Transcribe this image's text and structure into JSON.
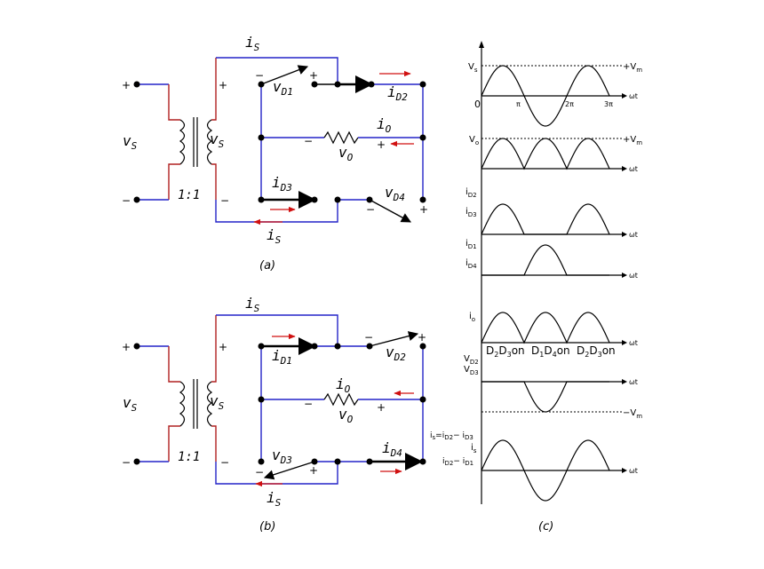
{
  "circuit_a": {
    "caption": "(a)",
    "plus_left": "+",
    "minus_left": "−",
    "vs_primary": "v",
    "vs_primary_sub": "S",
    "vs_secondary": "v",
    "vs_secondary_sub": "S",
    "ratio": "1:1",
    "plus_sec": "+",
    "minus_sec": "−",
    "is_top": "i",
    "is_top_sub": "S",
    "is_bot": "i",
    "is_bot_sub": "S",
    "vd1": "v",
    "vd1_sub": "D1",
    "vd1_minus": "−",
    "vd1_plus": "+",
    "id2": "i",
    "id2_sub": "D2",
    "io": "i",
    "io_sub": "O",
    "vo": "v",
    "vo_sub": "O",
    "vo_minus": "−",
    "vo_plus": "+",
    "id3": "i",
    "id3_sub": "D3",
    "vd4": "v",
    "vd4_sub": "D4",
    "vd4_minus": "−",
    "vd4_plus": "+"
  },
  "circuit_b": {
    "caption": "(b)",
    "plus_left": "+",
    "minus_left": "−",
    "vs_primary": "v",
    "vs_primary_sub": "S",
    "vs_secondary": "v",
    "vs_secondary_sub": "S",
    "ratio": "1:1",
    "plus_sec": "+",
    "minus_sec": "−",
    "is_top": "i",
    "is_top_sub": "S",
    "is_bot": "i",
    "is_bot_sub": "S",
    "id1": "i",
    "id1_sub": "D1",
    "vd2": "v",
    "vd2_sub": "D2",
    "vd2_minus": "−",
    "vd2_plus": "+",
    "io": "i",
    "io_sub": "O",
    "vo": "v",
    "vo_sub": "O",
    "vo_minus": "−",
    "vo_plus": "+",
    "vd3": "v",
    "vd3_sub": "D3",
    "vd3_minus": "−",
    "vd3_plus": "+",
    "id4": "i",
    "id4_sub": "D4"
  },
  "waveforms": {
    "caption": "(c)",
    "wt": "ωt",
    "vs_label": "V",
    "vs_sub": "s",
    "vm_plus": "+V",
    "vm_plus_sub": "m",
    "zero": "0",
    "pi": "π",
    "two_pi": "2π",
    "three_pi": "3π",
    "vo_label": "V",
    "vo_sub": "o",
    "id2_label": "i",
    "id2_sub": "D2",
    "id3_label": "i",
    "id3_sub": "D3",
    "id1_label": "i",
    "id1_sub": "D1",
    "id4_label": "i",
    "id4_sub": "D4",
    "io_label": "i",
    "io_sub": "o",
    "cond1a": "D",
    "cond1a_sub": "2",
    "cond1b": "D",
    "cond1b_sub": "3",
    "cond1_on": "on",
    "cond2a": "D",
    "cond2a_sub": "1",
    "cond2b": "D",
    "cond2b_sub": "4",
    "cond2_on": "on",
    "cond3a": "D",
    "cond3a_sub": "2",
    "cond3b": "D",
    "cond3b_sub": "3",
    "cond3_on": "on",
    "vd2_label": "V",
    "vd2_sub": "D2",
    "vd3_label": "V",
    "vd3_sub": "D3",
    "vm_minus": "−V",
    "vm_minus_sub": "m",
    "is_eq": "i",
    "is_eq_sub": "s",
    "is_eq_rest": "=i",
    "is_eq_d2": "D2",
    "is_eq_minus": "− i",
    "is_eq_d3": "D3",
    "is_label": "i",
    "is_label_sub": "s",
    "id2_minus_id1": "i",
    "idm_sub1": "D2",
    "idm_mid": "− i",
    "idm_sub2": "D1"
  }
}
